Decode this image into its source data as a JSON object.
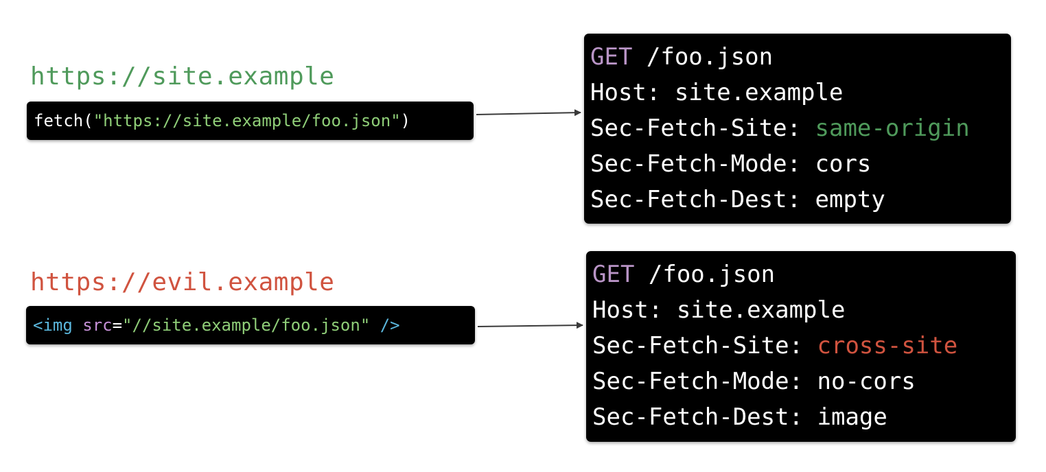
{
  "colors": {
    "same_origin_green": "#4f9a5b",
    "cross_site_red": "#d0533f",
    "method_purple": "#b994c6",
    "tag_blue": "#5bb7dd",
    "attr_purple": "#c48fd6",
    "string_green": "#8fce78",
    "box_bg": "#000000",
    "text_white": "#ffffff"
  },
  "same_site": {
    "origin_label": "https://site.example",
    "code": {
      "func": "fetch(",
      "quote_open": "\"",
      "url": "https://site.example/foo.json",
      "quote_close": "\"",
      "paren_close": ")"
    },
    "request": {
      "method": "GET",
      "path": " /foo.json",
      "host_key": "Host: ",
      "host_value": "site.example",
      "site_key": "Sec-Fetch-Site: ",
      "site_value": "same-origin",
      "mode_key": "Sec-Fetch-Mode: ",
      "mode_value": "cors",
      "dest_key": "Sec-Fetch-Dest: ",
      "dest_value": "empty"
    }
  },
  "cross_site": {
    "origin_label": "https://evil.example",
    "code": {
      "tag_open": "<img",
      "attr": " src",
      "equals": "=",
      "value": "\"//site.example/foo.json\"",
      "tag_close": " />"
    },
    "request": {
      "method": "GET",
      "path": " /foo.json",
      "host_key": "Host: ",
      "host_value": "site.example",
      "site_key": "Sec-Fetch-Site: ",
      "site_value": "cross-site",
      "mode_key": "Sec-Fetch-Mode: ",
      "mode_value": "no-cors",
      "dest_key": "Sec-Fetch-Dest: ",
      "dest_value": "image"
    }
  }
}
